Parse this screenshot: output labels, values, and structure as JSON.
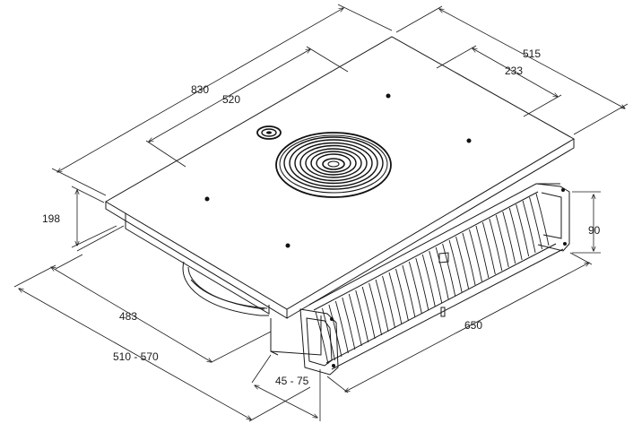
{
  "dimensions": {
    "width_total": "830",
    "width_inner": "520",
    "depth_total": "515",
    "depth_inner": "233",
    "height_total": "198",
    "height_duct": "90",
    "cutout_depth": "483",
    "worktop_range": "510 - 570",
    "offset_range": "45 - 75",
    "duct_length": "650"
  },
  "colors": {
    "line": "#1a1a1a",
    "surface": "#ffffff",
    "fan_dark": "#222222"
  }
}
